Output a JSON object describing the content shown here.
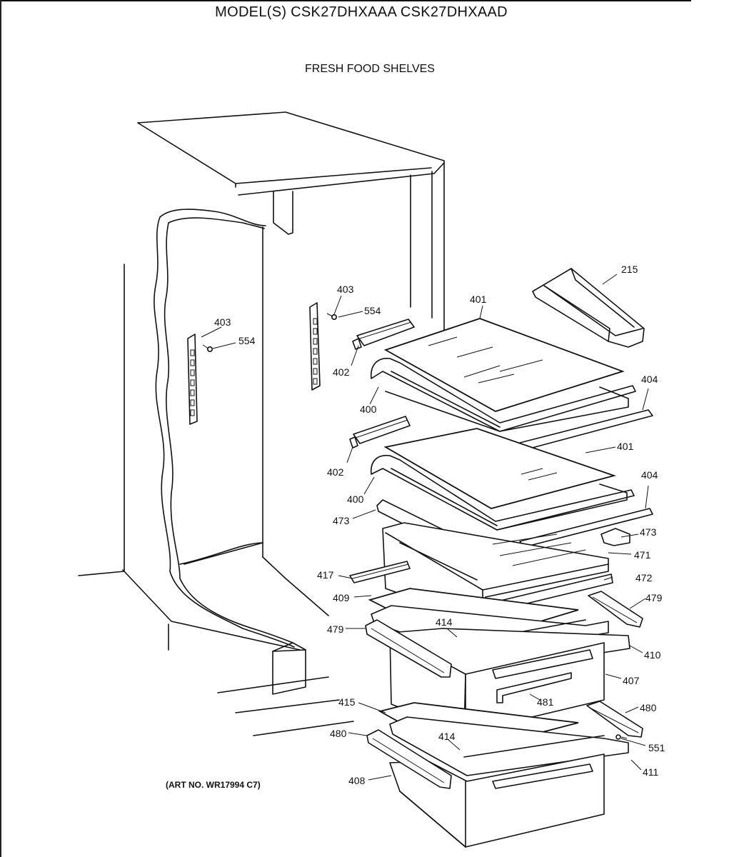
{
  "header": {
    "model_title": "MODEL(S) CSK27DHXAAA  CSK27DHXAAD",
    "section_title": "FRESH FOOD SHELVES"
  },
  "footer": {
    "art_number": "(ART NO. WR17994 C7)"
  },
  "callouts": [
    {
      "id": "c215",
      "label": "215"
    },
    {
      "id": "c401a",
      "label": "401"
    },
    {
      "id": "c403a",
      "label": "403"
    },
    {
      "id": "c554a",
      "label": "554"
    },
    {
      "id": "c403b",
      "label": "403"
    },
    {
      "id": "c554b",
      "label": "554"
    },
    {
      "id": "c402a",
      "label": "402"
    },
    {
      "id": "c400a",
      "label": "400"
    },
    {
      "id": "c404a",
      "label": "404"
    },
    {
      "id": "c401b",
      "label": "401"
    },
    {
      "id": "c402b",
      "label": "402"
    },
    {
      "id": "c404b",
      "label": "404"
    },
    {
      "id": "c400b",
      "label": "400"
    },
    {
      "id": "c473a",
      "label": "473"
    },
    {
      "id": "c473b",
      "label": "473"
    },
    {
      "id": "c471",
      "label": "471"
    },
    {
      "id": "c417",
      "label": "417"
    },
    {
      "id": "c472",
      "label": "472"
    },
    {
      "id": "c409",
      "label": "409"
    },
    {
      "id": "c479a",
      "label": "479"
    },
    {
      "id": "c414a",
      "label": "414"
    },
    {
      "id": "c479b",
      "label": "479"
    },
    {
      "id": "c410",
      "label": "410"
    },
    {
      "id": "c407",
      "label": "407"
    },
    {
      "id": "c481",
      "label": "481"
    },
    {
      "id": "c415",
      "label": "415"
    },
    {
      "id": "c480a",
      "label": "480"
    },
    {
      "id": "c480b",
      "label": "480"
    },
    {
      "id": "c414b",
      "label": "414"
    },
    {
      "id": "c551",
      "label": "551"
    },
    {
      "id": "c408",
      "label": "408"
    },
    {
      "id": "c411",
      "label": "411"
    }
  ]
}
